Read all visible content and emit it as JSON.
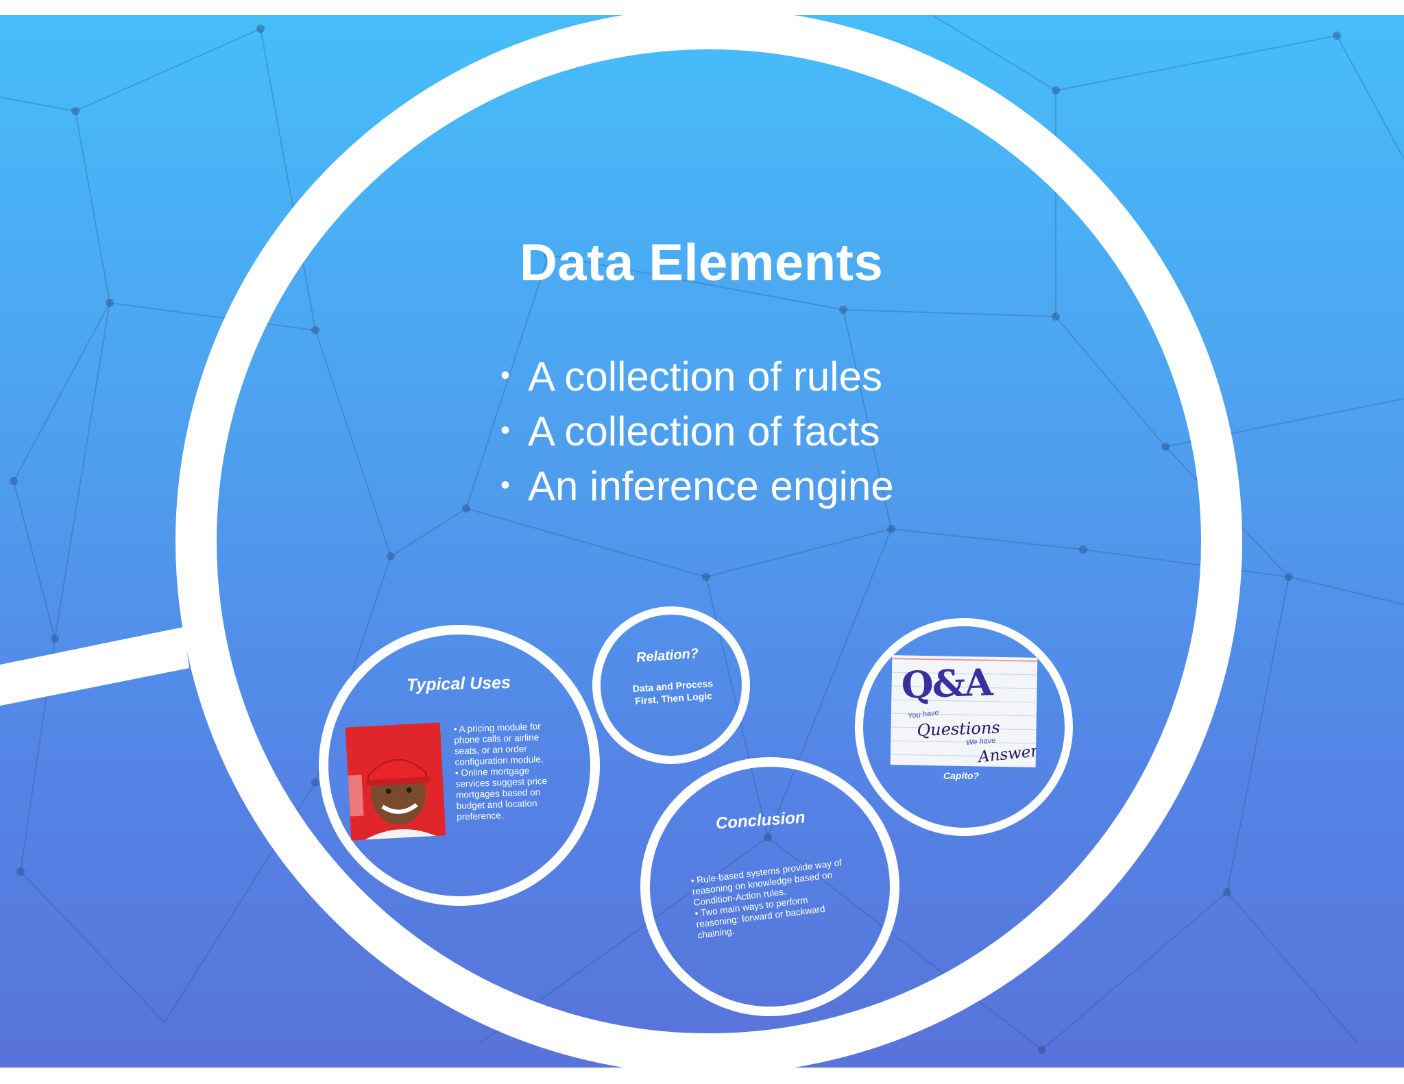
{
  "slide": {
    "title": "Data Elements",
    "bullets": [
      "A collection of rules",
      "A collection of facts",
      "An inference engine"
    ],
    "bullet_glyph": "•"
  },
  "frames": {
    "typical_uses": {
      "title": "Typical Uses",
      "items": [
        "A pricing module for phone calls or airline seats, or an order configuration module.",
        "Online mortgage services suggest price mortgages based on budget and location preference."
      ]
    },
    "relation": {
      "title": "Relation?",
      "subtitle_line1": "Data and Process",
      "subtitle_line2": "First, Then Logic"
    },
    "conclusion": {
      "title": "Conclusion",
      "items": [
        "Rule-based systems provide way of reasoning on knowledge based on Condition-Action rules.",
        "Two main ways to perform reasoning: forward or backward chaining."
      ]
    },
    "qa": {
      "logo": "Q&A",
      "line1": "You have",
      "line2": "Questions",
      "line3": "We have",
      "line4": "Answers",
      "caption": "Capito?"
    }
  },
  "colors": {
    "bg_top": "#46bdfa",
    "bg_bottom": "#5873d9",
    "ring": "#ffffff",
    "photo_red": "#e0262b"
  }
}
